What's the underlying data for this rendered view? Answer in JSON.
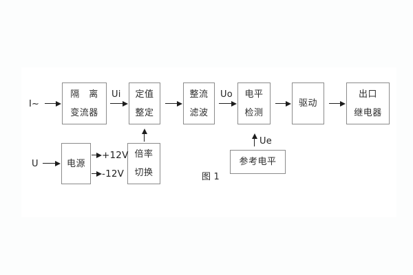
{
  "figure": {
    "caption": "图 1"
  },
  "inputs": {
    "current": "I~",
    "voltage": "U"
  },
  "signals": {
    "ui": "Ui",
    "uo": "Uo",
    "ue": "Ue",
    "plus12v": "+12V",
    "minus12v": "-12V"
  },
  "blocks": {
    "isolation": {
      "line1": "隔　离",
      "line2": "变流器"
    },
    "setting": {
      "line1": "定值",
      "line2": "整定"
    },
    "rectifier": {
      "line1": "整流",
      "line2": "滤波"
    },
    "level": {
      "line1": "电平",
      "line2": "检测"
    },
    "drive": {
      "line1": "驱动"
    },
    "relay": {
      "line1": "出口",
      "line2": "继电器"
    },
    "power": {
      "line1": "电源"
    },
    "ratio": {
      "line1": "倍率",
      "line2": "切换"
    },
    "reference": {
      "line1": "参考电平"
    }
  },
  "colors": {
    "page_background": "#fcfdfd",
    "scan_background": "#ffffff",
    "box_border": "#8a8a8a",
    "text": "#2e2e2e",
    "line": "#1d1d1d"
  }
}
